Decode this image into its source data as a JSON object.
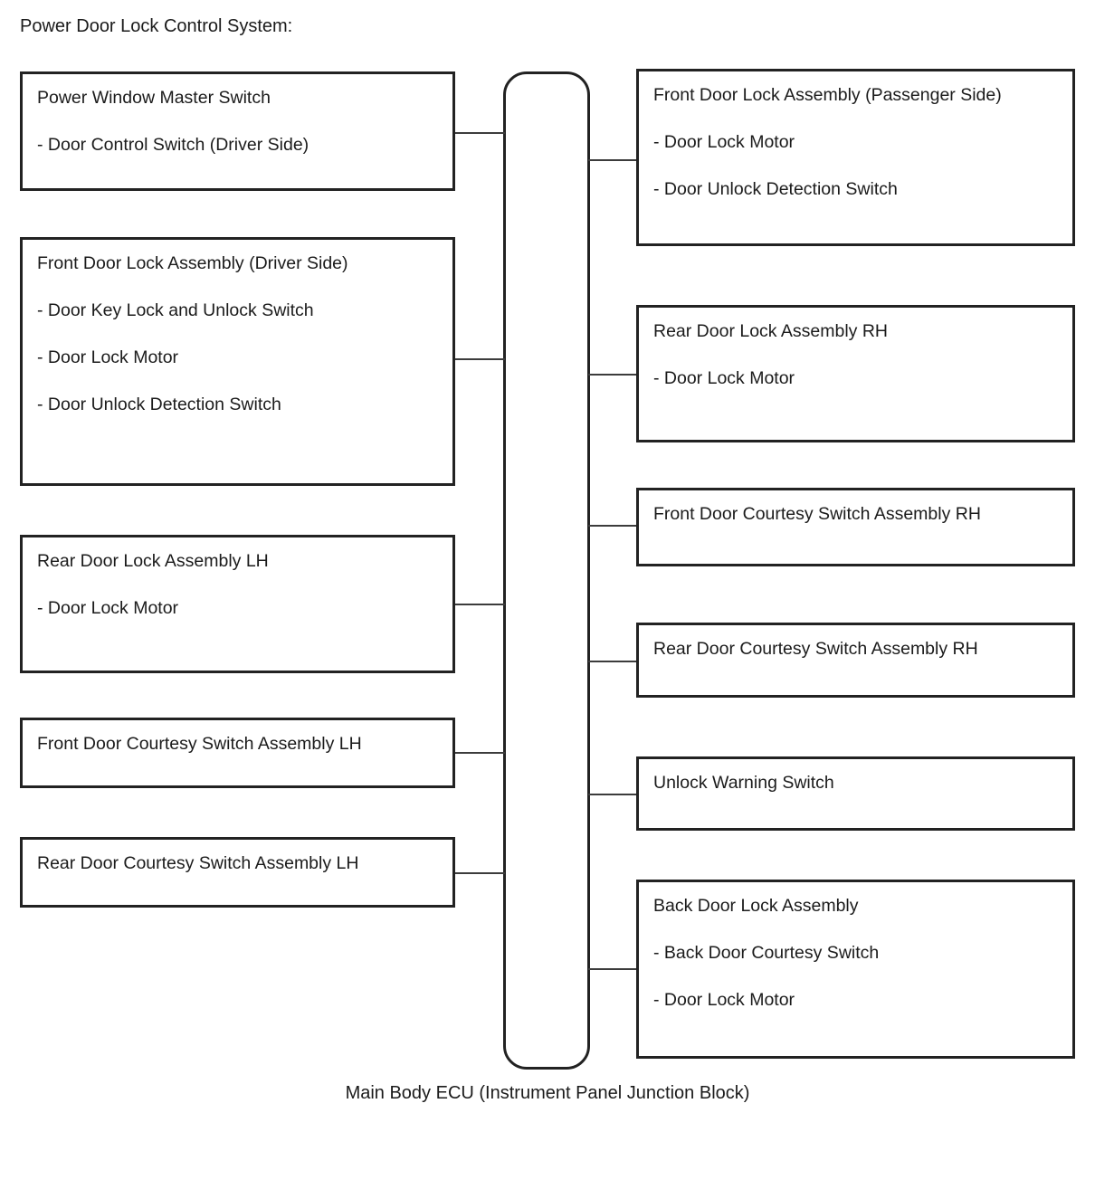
{
  "diagram": {
    "title": "Power Door Lock Control System:",
    "caption": "Main Body ECU (Instrument Panel Junction Block)",
    "hub": {
      "name": "Main Body ECU (Instrument Panel Junction Block)",
      "shape": "rounded-rectangle"
    },
    "colors": {
      "background": "#ffffff",
      "border": "#222222",
      "text": "#1b1b1b",
      "connector": "#3c3c3c"
    },
    "left_nodes": [
      {
        "heading": "Power Window Master Switch",
        "items": [
          "- Door Control Switch (Driver Side)"
        ]
      },
      {
        "heading": "Front Door Lock Assembly (Driver Side)",
        "items": [
          "- Door Key Lock and Unlock Switch",
          "- Door Lock Motor",
          "- Door Unlock Detection Switch"
        ]
      },
      {
        "heading": "Rear Door Lock Assembly LH",
        "items": [
          "- Door Lock Motor"
        ]
      },
      {
        "heading": "Front Door Courtesy Switch Assembly LH",
        "items": []
      },
      {
        "heading": "Rear Door Courtesy Switch Assembly LH",
        "items": []
      }
    ],
    "right_nodes": [
      {
        "heading": "Front Door Lock Assembly (Passenger Side)",
        "items": [
          "- Door Lock Motor",
          "- Door Unlock Detection Switch"
        ]
      },
      {
        "heading": "Rear Door Lock Assembly RH",
        "items": [
          "- Door Lock Motor"
        ]
      },
      {
        "heading": "Front Door Courtesy Switch Assembly RH",
        "items": []
      },
      {
        "heading": "Rear Door Courtesy Switch Assembly RH",
        "items": []
      },
      {
        "heading": "Unlock Warning Switch",
        "items": []
      },
      {
        "heading": "Back Door Lock Assembly",
        "items": [
          "- Back Door Courtesy Switch",
          "- Door Lock Motor"
        ]
      }
    ]
  }
}
